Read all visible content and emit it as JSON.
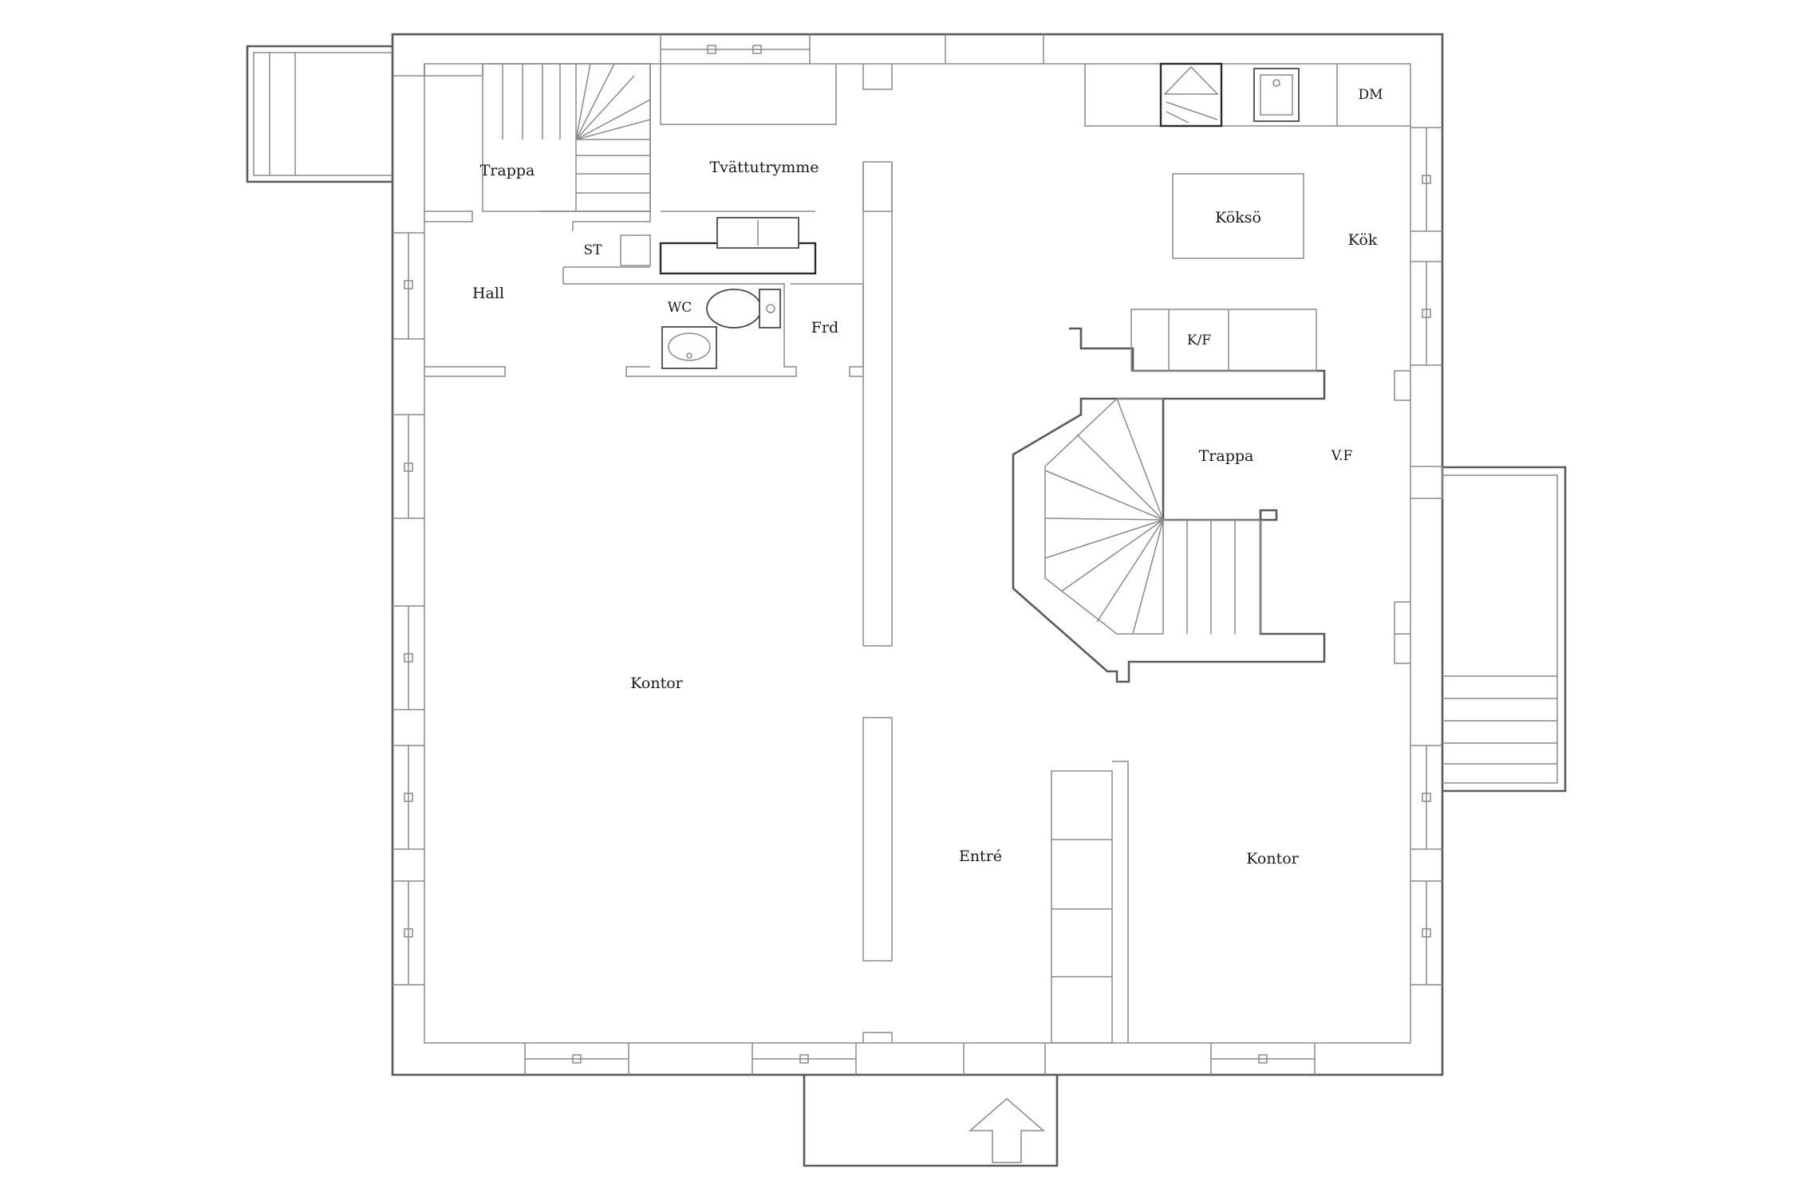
{
  "rooms": {
    "trappa_top": "Trappa",
    "tvattutrymme": "Tvättutrymme",
    "dm": "DM",
    "st": "ST",
    "hall": "Hall",
    "wc": "WC",
    "frd": "Frd",
    "kokso": "Köksö",
    "kok": "Kök",
    "kf": "K/F",
    "trappa_mid": "Trappa",
    "vf": "V.F",
    "kontor_left": "Kontor",
    "entre": "Entré",
    "kontor_right": "Kontor"
  }
}
